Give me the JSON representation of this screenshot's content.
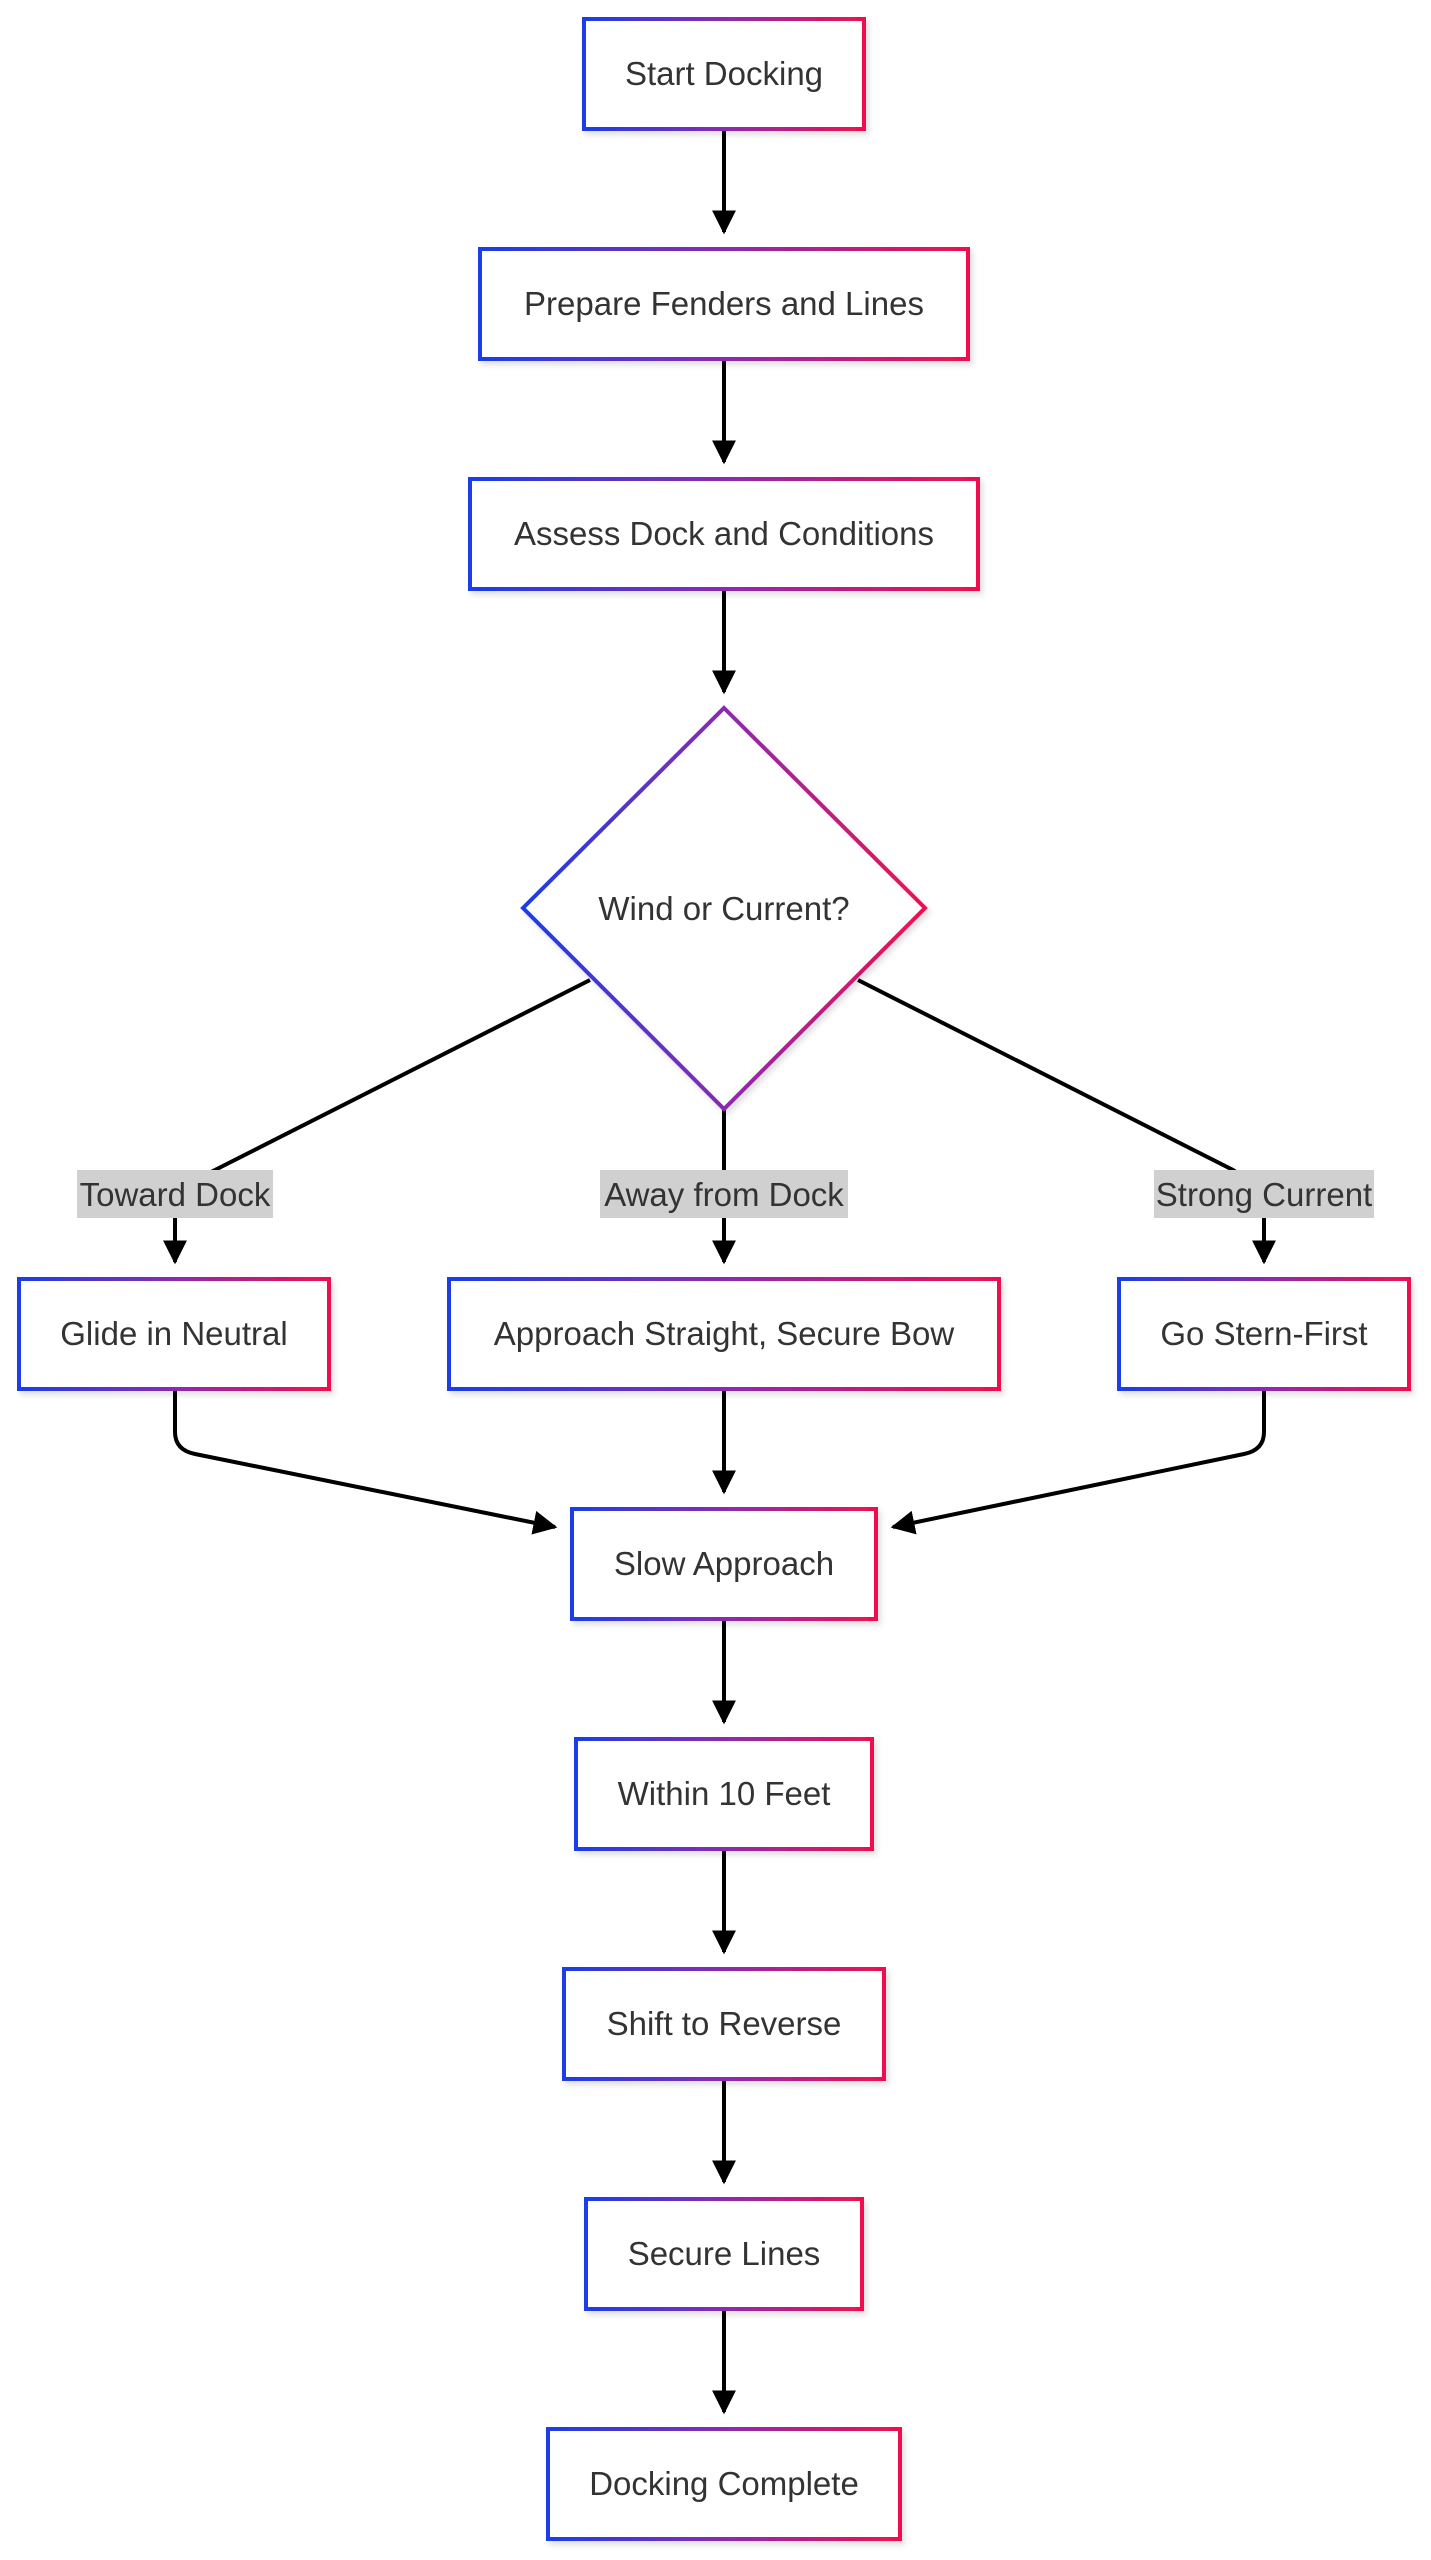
{
  "colors": {
    "border_start": "#1a3de8",
    "border_mid": "#8a2bb0",
    "border_end": "#f0104f",
    "edge": "#000000",
    "edge_label_bg": "#d0d0d0",
    "text": "#333333",
    "background": "#ffffff"
  },
  "nodes": {
    "start": "Start Docking",
    "prepare": "Prepare Fenders and Lines",
    "assess": "Assess Dock and Conditions",
    "decision": "Wind or Current?",
    "glide": "Glide in Neutral",
    "approach_straight": "Approach Straight, Secure Bow",
    "stern": "Go Stern-First",
    "slow": "Slow Approach",
    "within": "Within 10 Feet",
    "reverse": "Shift to Reverse",
    "secure": "Secure Lines",
    "complete": "Docking Complete"
  },
  "edge_labels": {
    "toward": "Toward Dock",
    "away": "Away from Dock",
    "strong": "Strong Current"
  }
}
